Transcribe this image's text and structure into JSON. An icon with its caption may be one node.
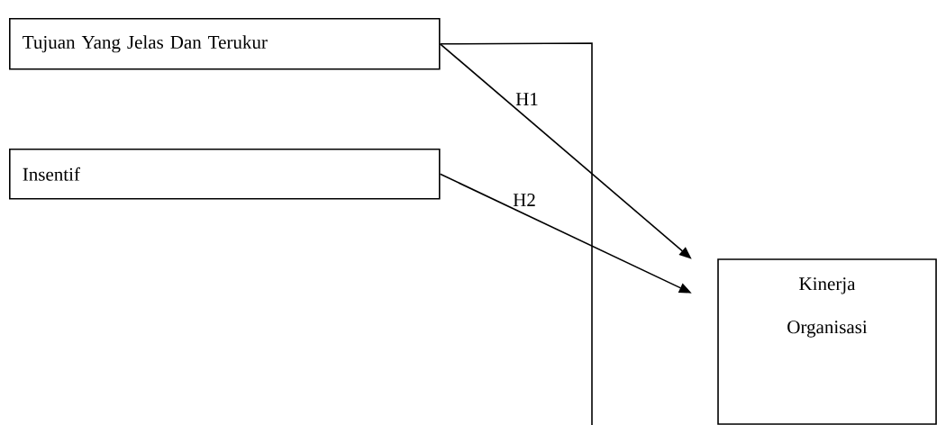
{
  "diagram": {
    "nodes": [
      {
        "text": [
          "Tujuan Yang Jelas Dan Terukur"
        ]
      },
      {
        "text": [
          "Insentif"
        ]
      },
      {
        "text": [
          "Kinerja Organisasi"
        ]
      }
    ],
    "edges": [
      {
        "from": 0,
        "to": 2,
        "arrow": "to",
        "label": "H1"
      },
      {
        "from": 1,
        "to": 2,
        "arrow": "to",
        "label": "H2"
      },
      {
        "from": 0,
        "to": null,
        "arrow": "none"
      }
    ]
  }
}
